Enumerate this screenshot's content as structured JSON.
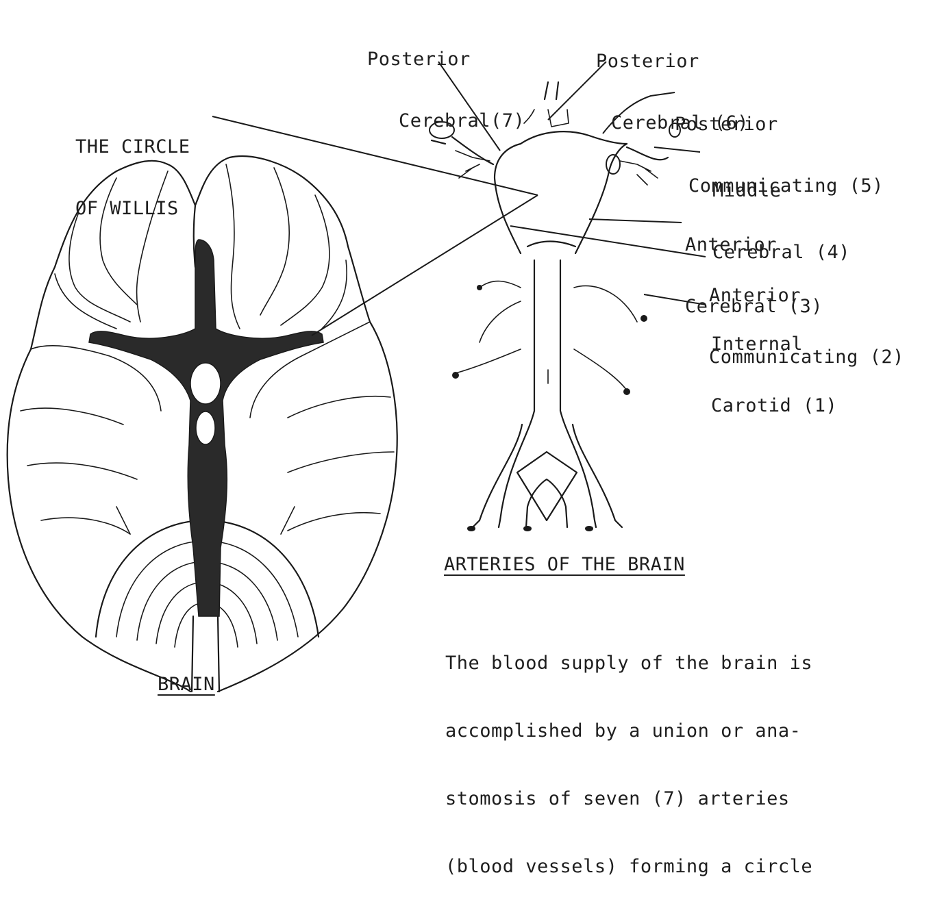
{
  "labels": {
    "posterior_cerebral_7": [
      "Posterior",
      "Cerebral(7)"
    ],
    "posterior_cerebral_6": [
      "Posterior",
      "Cerebral (6)"
    ],
    "circle_of_willis": [
      "THE CIRCLE",
      "OF WILLIS"
    ],
    "posterior_communicating_5": [
      "Posterior",
      "Communicating (5)"
    ],
    "middle_cerebral_4": [
      "Middle",
      "Cerebral (4)"
    ],
    "anterior_cerebral_3": [
      "Anterior",
      "Cerebral (3)"
    ],
    "anterior_communicating_2": [
      "Anterior",
      "Communicating (2)"
    ],
    "internal_carotid_1": [
      "Internal",
      "Carotid (1)"
    ]
  },
  "captions": {
    "brain": "BRAIN",
    "arteries": "ARTERIES OF THE BRAIN"
  },
  "body_text": [
    "The blood supply of the brain is",
    "accomplished by a union or ana-",
    "stomosis of seven (7) arteries",
    "(blood vessels) forming a circle"
  ]
}
